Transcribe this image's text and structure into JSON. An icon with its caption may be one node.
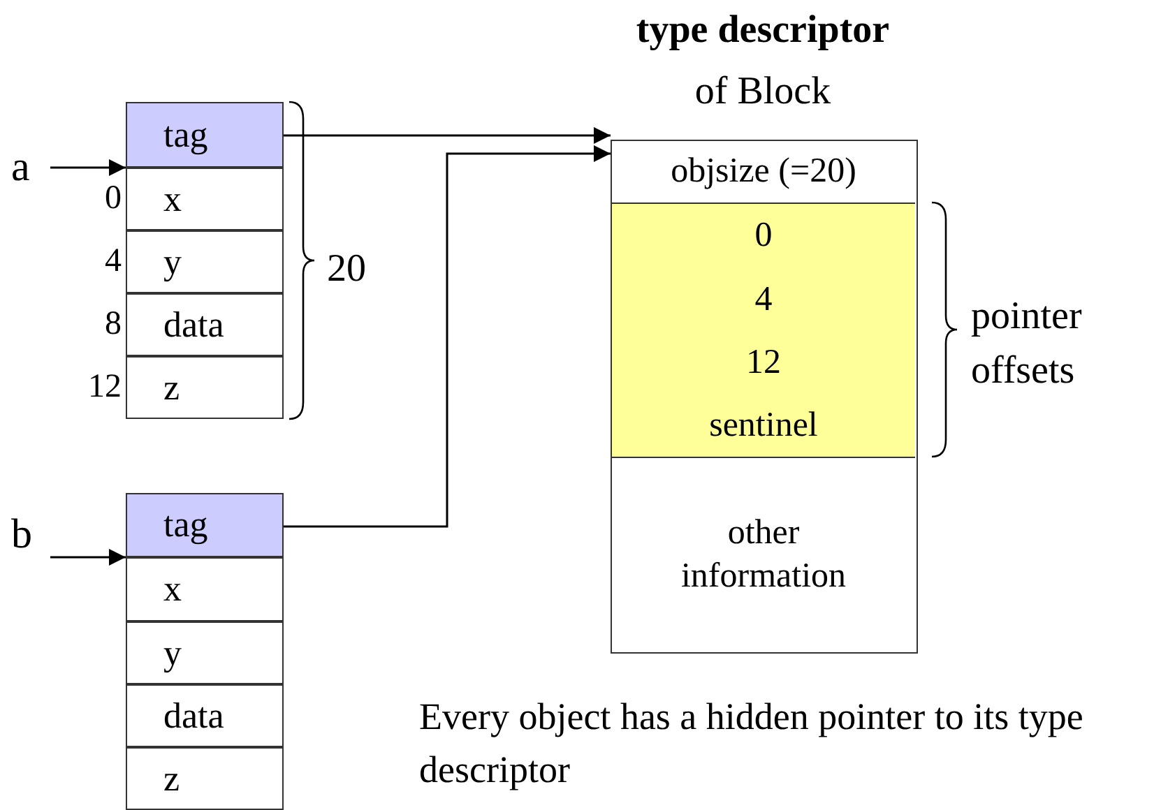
{
  "diagram": {
    "caption": "Every object has a hidden pointer to its type descriptor",
    "nodes": [
      {
        "text": [
          "a"
        ]
      },
      {
        "text": [
          "tag"
        ]
      },
      {
        "text": [
          "x"
        ],
        "beside": [
          "0"
        ]
      },
      {
        "text": [
          "y"
        ],
        "beside": [
          "4"
        ]
      },
      {
        "text": [
          "data"
        ],
        "beside": [
          "8"
        ]
      },
      {
        "text": [
          "z"
        ],
        "beside": [
          "12"
        ]
      },
      {
        "text": [
          "b"
        ]
      },
      {
        "text": [
          "tag"
        ]
      },
      {
        "text": [
          "x"
        ]
      },
      {
        "text": [
          "y"
        ]
      },
      {
        "text": [
          "data"
        ]
      },
      {
        "text": [
          "z"
        ]
      },
      {
        "text": [
          "type descriptor",
          "of Block"
        ]
      },
      {
        "text": [
          "objsize (=20)"
        ],
        "in": 12
      },
      {
        "text": [
          "0"
        ],
        "in": 12
      },
      {
        "text": [
          "4"
        ],
        "in": 12
      },
      {
        "text": [
          "12"
        ],
        "in": 12
      },
      {
        "text": [
          "sentinel"
        ],
        "in": 12
      },
      {
        "text": [
          "other information"
        ],
        "in": 12
      }
    ],
    "edges": [
      {
        "from": 0,
        "to": 2,
        "arrow": "to"
      },
      {
        "from": 6,
        "to": 8,
        "arrow": "to"
      },
      {
        "from": 1,
        "to": 12,
        "arrow": "to"
      },
      {
        "from": 7,
        "to": 12,
        "arrow": "to"
      }
    ],
    "labels": [
      "20",
      "pointer offsets"
    ]
  }
}
